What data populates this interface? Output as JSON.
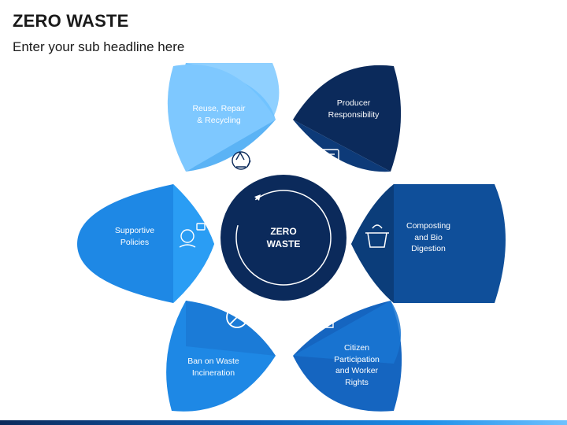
{
  "header": {
    "title": "ZERO WASTE",
    "subtitle": "Enter your sub headline here"
  },
  "center": {
    "label": "ZERO\nWASTE",
    "color": "#0b2a5b"
  },
  "petals": [
    {
      "label": "Reuse, Repair\n& Recycling",
      "icon": "recycle-icon",
      "color": "#6ec1ff"
    },
    {
      "label": "Producer\nResponsibility",
      "icon": "document-list-icon",
      "color": "#0b2a5b"
    },
    {
      "label": "Composting\nand Bio\nDigestion",
      "icon": "compost-bin-icon",
      "color": "#0f4f9a"
    },
    {
      "label": "Citizen\nParticipation\nand Worker\nRights",
      "icon": "raised-fist-icon",
      "color": "#1565c0"
    },
    {
      "label": "Ban on Waste\nIncineration",
      "icon": "prohibited-icon",
      "color": "#1e88e5"
    },
    {
      "label": "Supportive\nPolicies",
      "icon": "support-agent-icon",
      "color": "#2196f3"
    }
  ]
}
